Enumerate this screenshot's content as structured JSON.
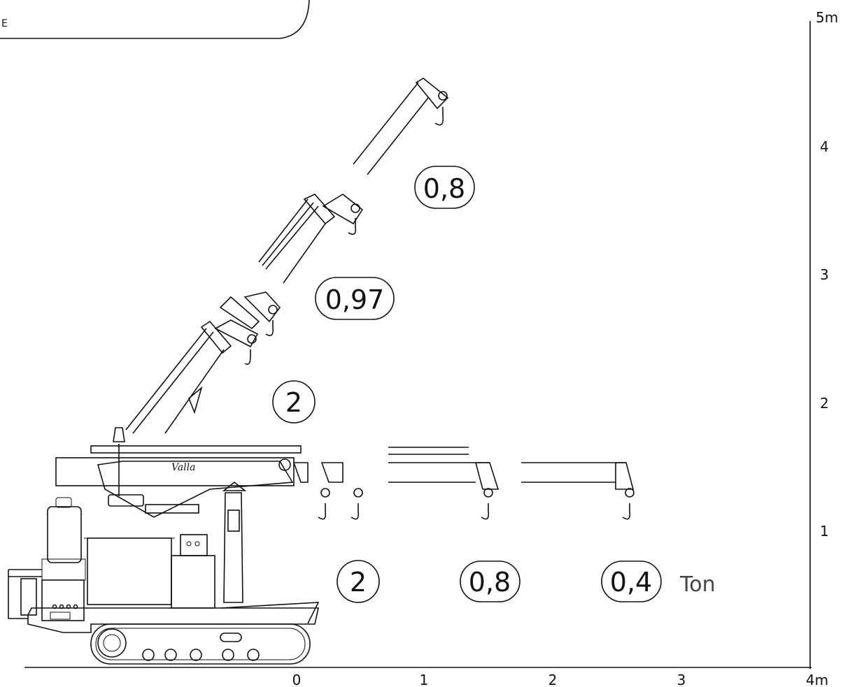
{
  "header": {
    "corner_text": "E"
  },
  "axes": {
    "x_ticks": [
      "0",
      "1",
      "2",
      "3",
      "4m"
    ],
    "y_ticks": [
      "1",
      "2",
      "3",
      "4",
      "5m"
    ]
  },
  "capacities": {
    "boom_high": "0,8",
    "boom_mid": "0,97",
    "boom_low": "2",
    "horizontal_near": "2",
    "horizontal_mid": "0,8",
    "horizontal_far": "0,4",
    "unit": "Ton"
  },
  "brand": "Valla"
}
